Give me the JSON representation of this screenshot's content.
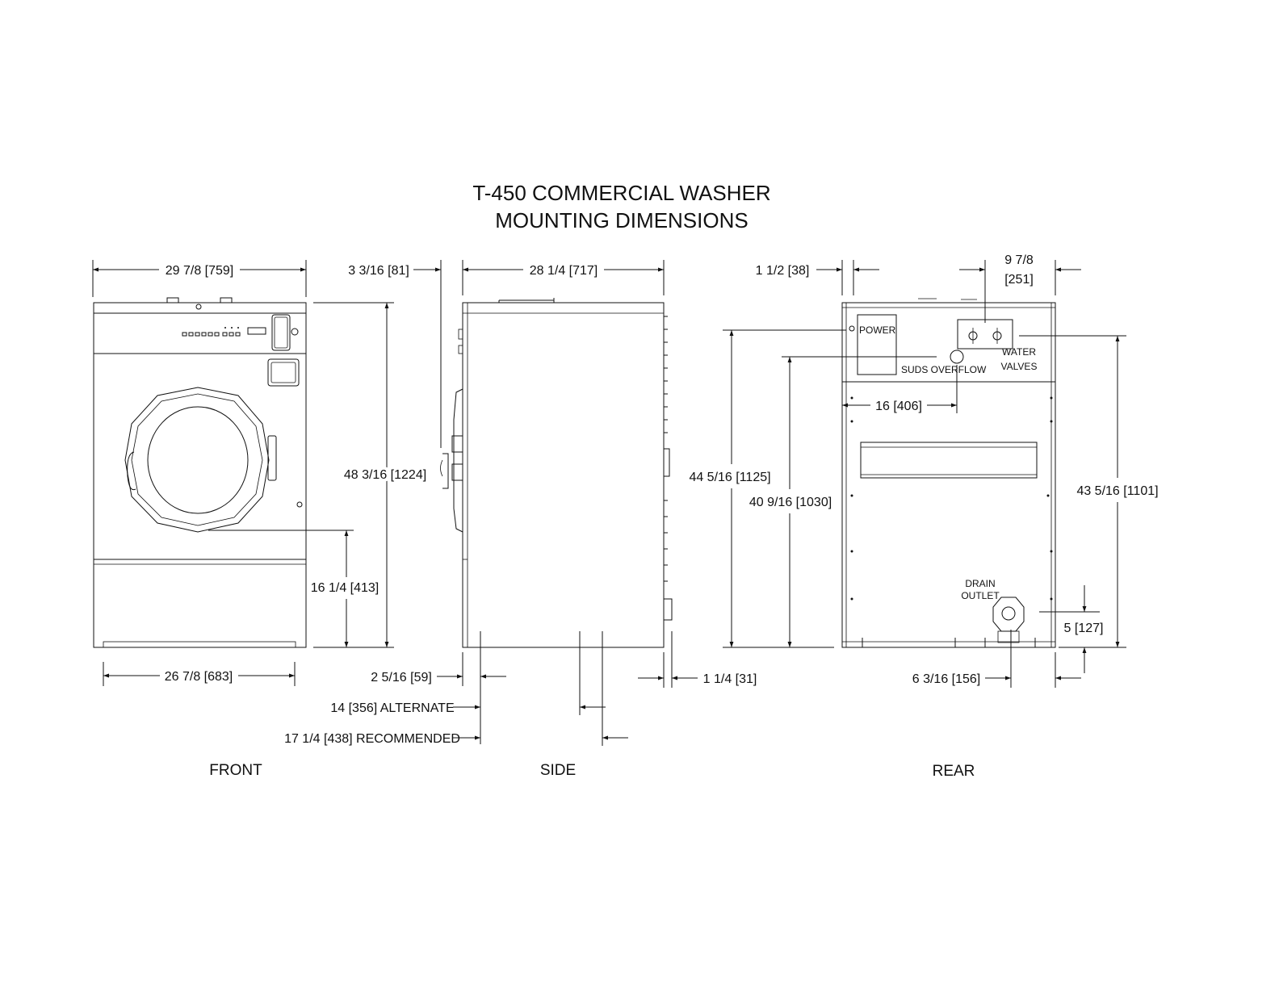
{
  "title": {
    "line1": "T-450 COMMERCIAL WASHER",
    "line2": "MOUNTING DIMENSIONS"
  },
  "views": {
    "front": "FRONT",
    "side": "SIDE",
    "rear": "REAR"
  },
  "front_dims": {
    "overall_width": "29 7/8 [759]",
    "base_width": "26 7/8 [683]",
    "overall_height": "48 3/16 [1224]",
    "door_center_height": "16 1/4 [413]"
  },
  "side_dims": {
    "top_offset": "3 3/16 [81]",
    "overall_depth": "28 1/4 [717]",
    "front_offset": "2 5/16 [59]",
    "rear_offset": "1 1/4 [31]",
    "alternate": "14 [356] ALTERNATE",
    "recommended": "17 1/4 [438] RECOMMENDED"
  },
  "rear_dims": {
    "left_offset": "1 1/2 [38]",
    "valve_offset_line1": "9 7/8",
    "valve_offset_line2": "[251]",
    "power_height": "44 5/16 [1125]",
    "suds_height": "40 9/16 [1030]",
    "suds_offset": "16 [406]",
    "valve_height": "43 5/16 [1101]",
    "drain_height": "5 [127]",
    "drain_offset": "6 3/16 [156]"
  },
  "rear_labels": {
    "power": "POWER",
    "suds_overflow": "SUDS OVERFLOW",
    "water_line1": "WATER",
    "water_line2": "VALVES",
    "drain_line1": "DRAIN",
    "drain_line2": "OUTLET"
  }
}
